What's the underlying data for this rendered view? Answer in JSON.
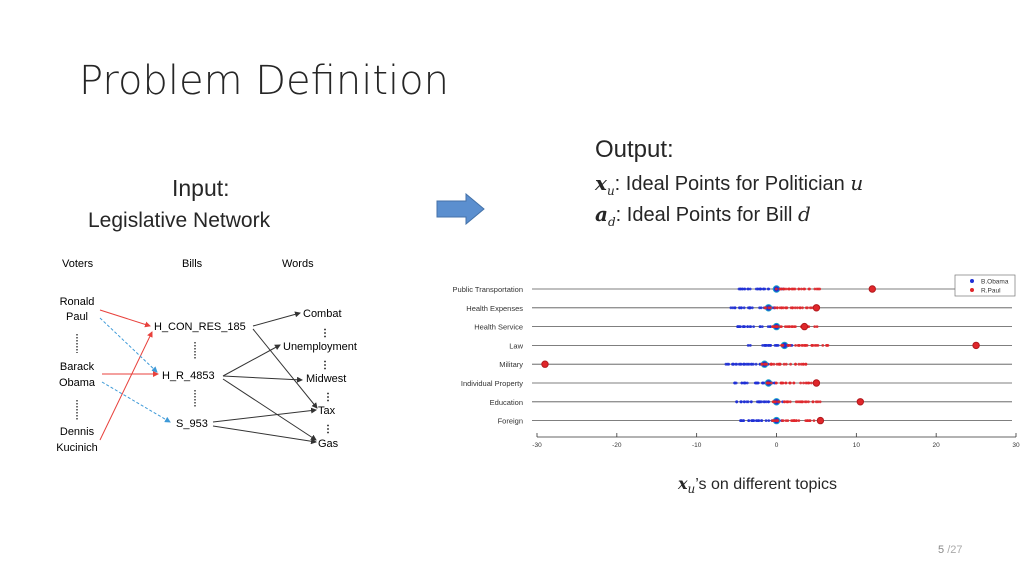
{
  "slide": {
    "title": "Problem Definition",
    "input_label": "Input:",
    "input_sublabel": "Legislative Network",
    "output_label": "Output:",
    "output_lines": [
      {
        "symbol": "x",
        "sub": "u",
        "text": ": Ideal Points for Politician ",
        "var": "u"
      },
      {
        "symbol": "a",
        "sub": "d",
        "text": ": Ideal Points for Bill ",
        "var": "d"
      }
    ],
    "caption_symbol": "x",
    "caption_sub": "u",
    "caption_text": "’s on different topics",
    "page_number": "5",
    "page_total": "/27"
  },
  "network": {
    "column_headers": [
      "Voters",
      "Bills",
      "Words"
    ],
    "voters": [
      "Ronald Paul",
      "Barack Obama",
      "Dennis Kucinich"
    ],
    "bills": [
      "H_CON_RES_185",
      "H_R_4853",
      "S_953"
    ],
    "words": [
      "Combat",
      "Unemployment",
      "Midwest",
      "Tax",
      "Gas"
    ],
    "colors": {
      "red_edge": "#e8413c",
      "blue_edge": "#3e9ad8",
      "black_edge": "#333333"
    }
  },
  "chart_data": {
    "type": "scatter",
    "categories": [
      "Public Transportation",
      "Health Expenses",
      "Health Service",
      "Law",
      "Military",
      "Individual Property",
      "Education",
      "Foreign"
    ],
    "xlim": [
      -30,
      30
    ],
    "xticks": [
      -30,
      -20,
      -10,
      0,
      10,
      20,
      30
    ],
    "series": [
      {
        "name": "B.Obama",
        "color": "#1f2fd6",
        "centers": [
          0,
          -1,
          0,
          1,
          -1.5,
          -1,
          0,
          0
        ]
      },
      {
        "name": "R.Paul",
        "color": "#e0262a",
        "centers": [
          12,
          5,
          3.5,
          25,
          -29,
          5,
          10.5,
          5.5
        ]
      }
    ],
    "legend_position": "top-right"
  }
}
